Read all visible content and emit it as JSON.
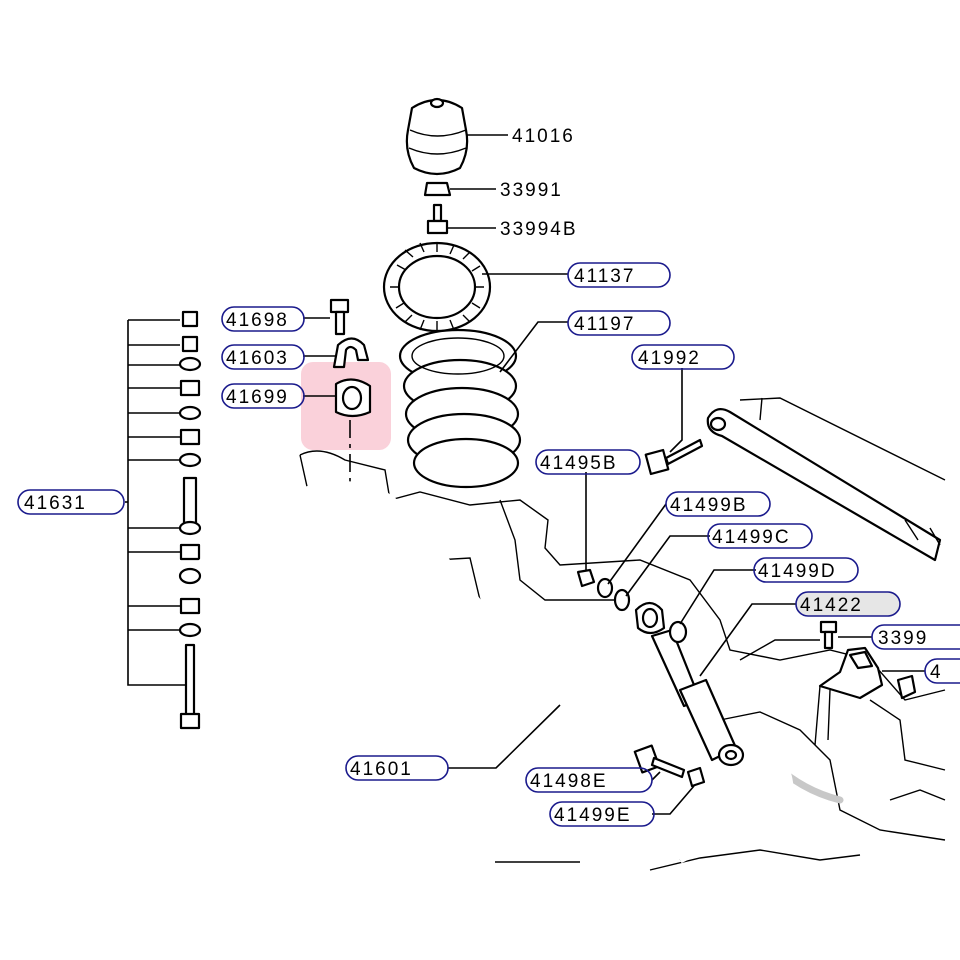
{
  "labels": {
    "l41016": "41016",
    "l33991": "33991",
    "l33994b": "33994B",
    "l41137": "41137",
    "l41197": "41197",
    "l41992": "41992",
    "l41698": "41698",
    "l41603": "41603",
    "l41699": "41699",
    "l41631": "41631",
    "l41495b": "41495B",
    "l41499b": "41499B",
    "l41499c": "41499C",
    "l41499d": "41499D",
    "l41422": "41422",
    "l3399x": "3399",
    "l4x": "4",
    "l41601": "41601",
    "l41498e": "41498E",
    "l41499e": "41499E"
  },
  "colors": {
    "label_outline": "#1a1a8c",
    "highlight": "#f9c9d3",
    "line": "#000000"
  }
}
